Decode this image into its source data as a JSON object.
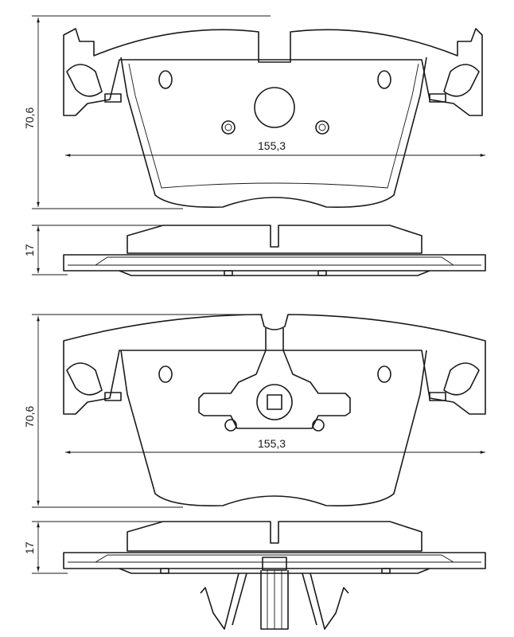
{
  "drawing": {
    "top_view_1": {
      "height_label": "70,6",
      "width_label": "155,3"
    },
    "side_view_1": {
      "thickness_label": "17"
    },
    "top_view_2": {
      "height_label": "70,6",
      "width_label": "155,3"
    },
    "side_view_2": {
      "thickness_label": "17"
    }
  }
}
